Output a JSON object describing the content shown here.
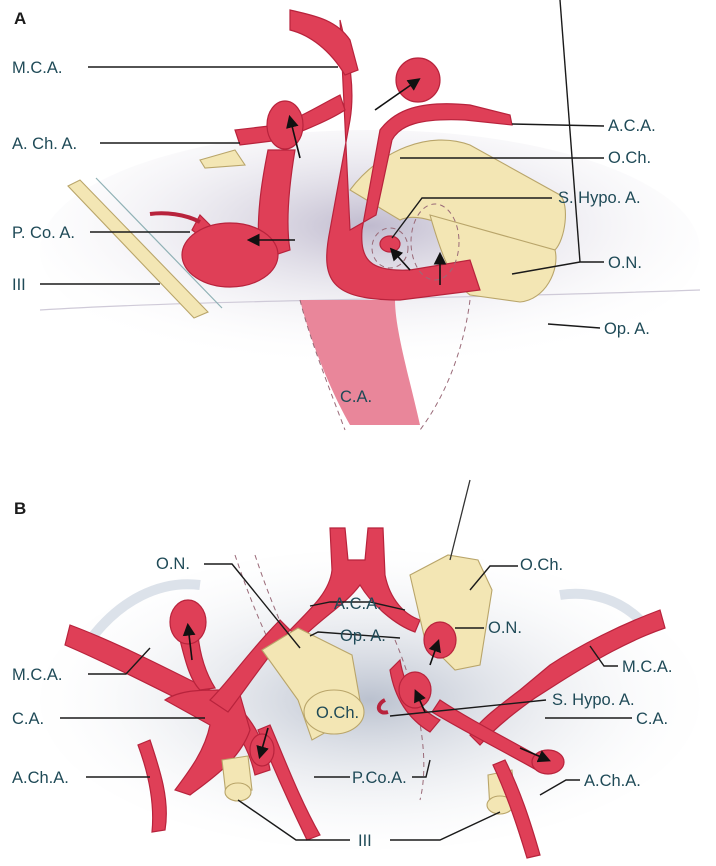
{
  "panels": {
    "a": {
      "letter": "A",
      "labels": {
        "mca": "M.C.A.",
        "acha": "A. Ch. A.",
        "pcoa": "P. Co. A.",
        "iii": "III",
        "aca": "A.C.A.",
        "och": "O.Ch.",
        "shypo": "S. Hypo. A.",
        "on": "O.N.",
        "opa": "Op. A.",
        "ca": "C.A."
      }
    },
    "b": {
      "letter": "B",
      "labels": {
        "on_left": "O.N.",
        "och_top": "O.Ch.",
        "aca": "A.C.A.",
        "opa": "Op. A.",
        "on_right": "O.N.",
        "mca_left": "M.C.A.",
        "mca_right": "M.C.A.",
        "och_center": "O.Ch.",
        "shypo": "S. Hypo. A.",
        "ca_left": "C.A.",
        "ca_right": "C.A.",
        "acha_left": "A.Ch.A.",
        "pcoa": "P.Co.A.",
        "acha_right": "A.Ch.A.",
        "iii": "III"
      }
    }
  },
  "colors": {
    "artery": "#df3f57",
    "artery_light": "#e9869a",
    "nerve": "#f3e6b4",
    "shadow": "#c9c5d6",
    "label_text": "#1f4a57"
  }
}
